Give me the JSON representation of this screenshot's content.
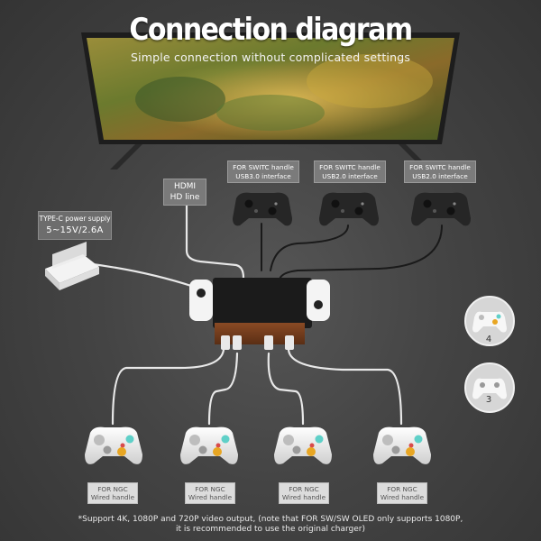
{
  "title": "Connection diagram",
  "subtitle": "Simple connection without complicated settings",
  "power": {
    "line1": "TYPE-C power supply",
    "line2": "5~15V/2.6A"
  },
  "hdmi": {
    "line1": "HDMI",
    "line2": "HD line"
  },
  "usb_labels": [
    {
      "line1": "FOR SWITC handle",
      "line2": "USB3.0 interface"
    },
    {
      "line1": "FOR SWITC handle",
      "line2": "USB2.0 interface"
    },
    {
      "line1": "FOR SWITC handle",
      "line2": "USB2.0 interface"
    }
  ],
  "ngc_labels": [
    {
      "line1": "FOR NGC",
      "line2": "Wired handle"
    },
    {
      "line1": "FOR NGC",
      "line2": "Wired handle"
    },
    {
      "line1": "FOR NGC",
      "line2": "Wired handle"
    },
    {
      "line1": "FOR NGC",
      "line2": "Wired handle"
    }
  ],
  "badges": {
    "four": "4",
    "three": "3"
  },
  "footnote": {
    "line1": "*Support 4K, 1080P and 720P video output, (note that FOR SW/SW OLED only supports 1080P,",
    "line2": "it is recommended to use the original charger)"
  }
}
